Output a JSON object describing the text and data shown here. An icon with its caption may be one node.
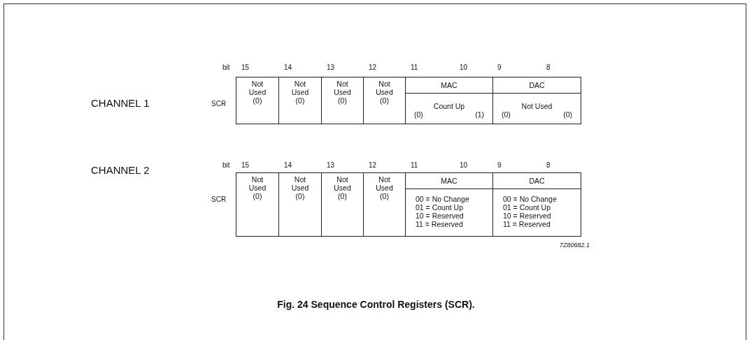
{
  "diagram": {
    "caption": "Fig. 24 Sequence Control Registers (SCR).",
    "nodes": [
      {
        "text": [
          "Not Used (0)"
        ]
      },
      {
        "text": [
          "Not Used (0)"
        ]
      },
      {
        "text": [
          "Not Used (0)"
        ]
      },
      {
        "text": [
          "Not Used (0)"
        ]
      },
      {
        "text": [
          "MAC"
        ]
      },
      {
        "text": [
          "Count Up",
          "(0)",
          "(1)"
        ]
      },
      {
        "text": [
          "DAC"
        ]
      },
      {
        "text": [
          "Not Used",
          "(0)",
          "(0)"
        ]
      },
      {
        "text": [
          "Not Used (0)"
        ]
      },
      {
        "text": [
          "Not Used (0)"
        ]
      },
      {
        "text": [
          "Not Used (0)"
        ]
      },
      {
        "text": [
          "Not Used (0)"
        ]
      },
      {
        "text": [
          "MAC"
        ]
      },
      {
        "text": [
          "00 = No Change",
          "01 = Count Up",
          "10 = Reserved",
          "11 = Reserved"
        ]
      },
      {
        "text": [
          "DAC"
        ]
      },
      {
        "text": [
          "00 = No Change",
          "01 = Count Up",
          "10 = Reserved",
          "11 = Reserved"
        ]
      }
    ],
    "labels": [
      "CHANNEL 1",
      "bit",
      "15",
      "14",
      "13",
      "12",
      "11",
      "10",
      "9",
      "8",
      "SCR",
      "CHANNEL 2",
      "bit",
      "15",
      "14",
      "13",
      "12",
      "11",
      "10",
      "9",
      "8",
      "SCR",
      "7Z80682.1"
    ]
  }
}
